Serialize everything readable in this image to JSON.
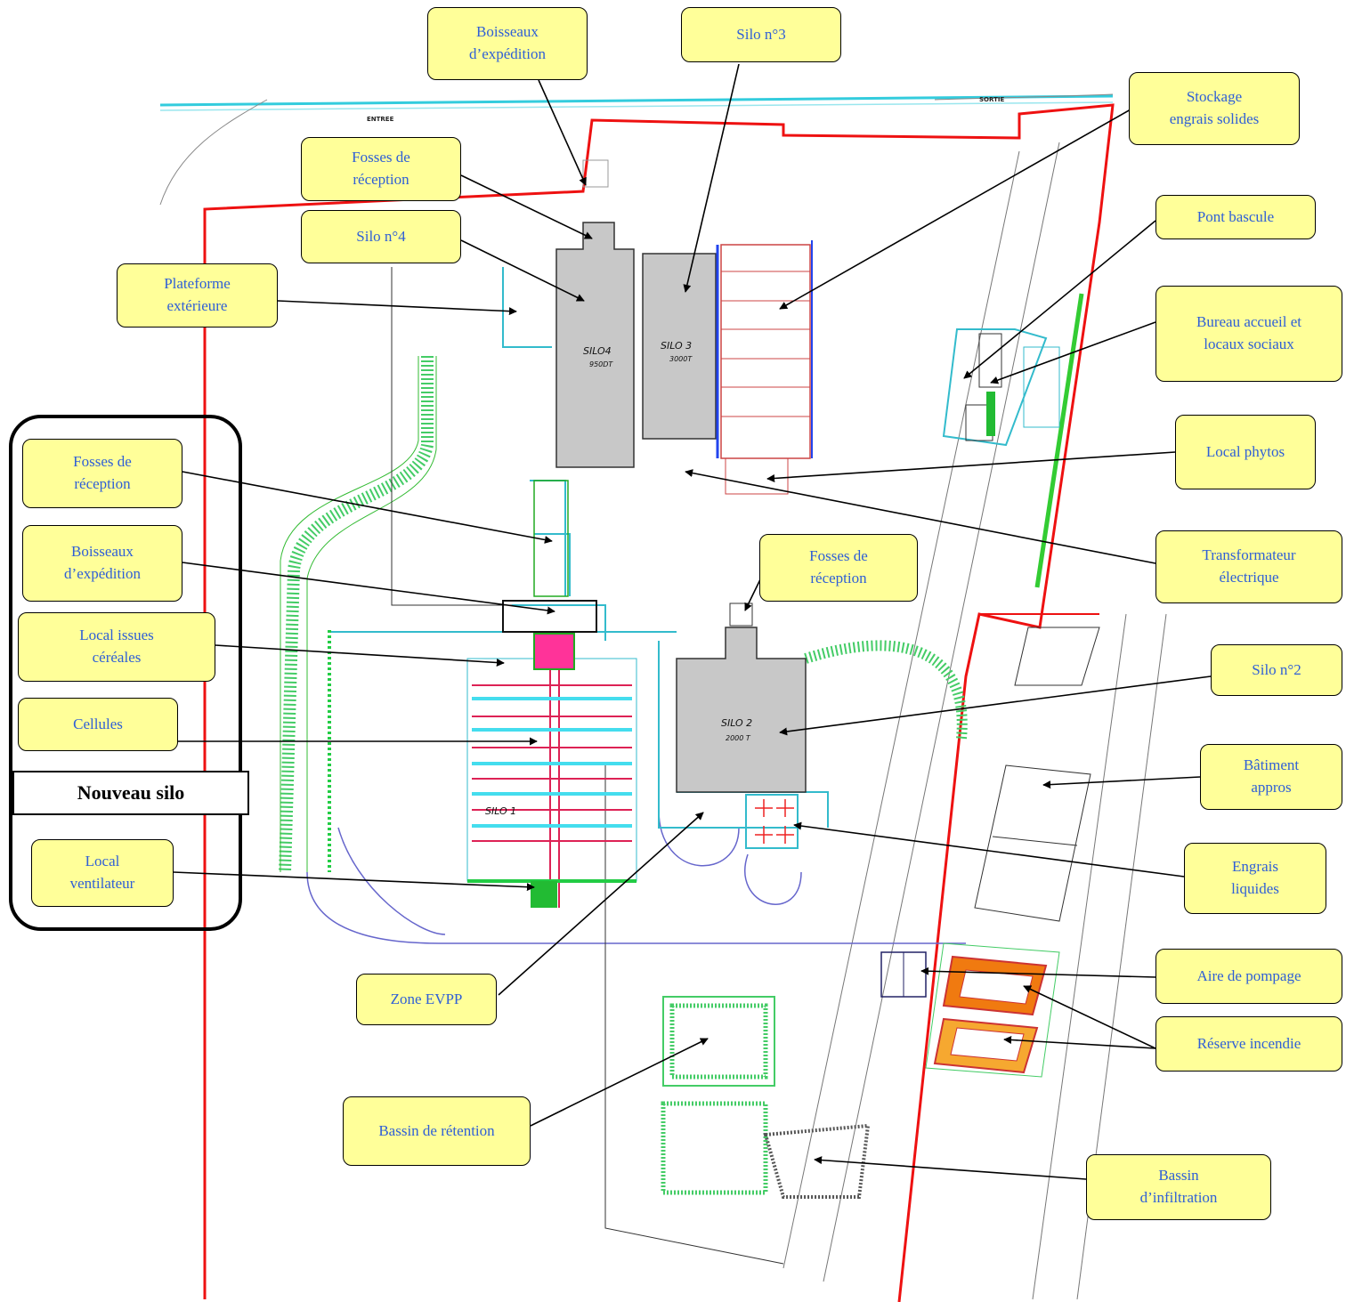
{
  "plan_labels": {
    "entree": "ENTREE",
    "sortie": "SORTIE",
    "silo4": {
      "name": "SILO4",
      "capacity": "950DT"
    },
    "silo3": {
      "name": "SILO 3",
      "capacity": "3000T"
    },
    "silo2": {
      "name": "SILO 2",
      "capacity": "2000 T"
    },
    "silo1": {
      "name": "SILO 1"
    }
  },
  "group_label": "Nouveau silo",
  "callouts": {
    "boisseaux_top": "Boisseaux\nd’expédition",
    "silo3": "Silo n°3",
    "stockage_engrais": "Stockage\nengrais solides",
    "fosses_top": "Fosses de\nréception",
    "silo4": "Silo n°4",
    "pont_bascule": "Pont bascule",
    "plateforme": "Plateforme\nextérieure",
    "bureau": "Bureau accueil et\nlocaux sociaux",
    "fosses_left": "Fosses de\nréception",
    "local_phytos": "Local phytos",
    "boisseaux_left": "Boisseaux\nd’expédition",
    "fosses_mid": "Fosses de\nréception",
    "transformateur": "Transformateur\nélectrique",
    "local_issues": "Local issues\ncéréales",
    "silo2": "Silo n°2",
    "cellules": "Cellules",
    "batiment_appros": "Bâtiment\nappros",
    "local_ventilateur": "Local\nventilateur",
    "engrais_liquides": "Engrais\nliquides",
    "aire_pompage": "Aire de pompage",
    "zone_evpp": "Zone EVPP",
    "reserve_incendie": "Réserve incendie",
    "bassin_retention": "Bassin de rétention",
    "bassin_infiltration": "Bassin\nd’infiltration"
  }
}
